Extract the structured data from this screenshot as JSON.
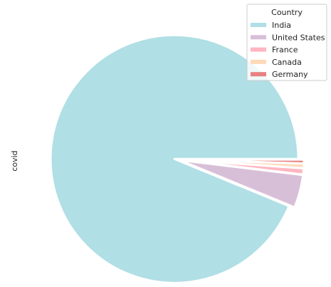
{
  "chart_data": {
    "type": "pie",
    "ylabel": "covid",
    "legend_title": "Country",
    "legend_position": "top-right",
    "startangle_deg": 0,
    "exploded": true,
    "slices": [
      {
        "label": "India",
        "value": 93.8,
        "color": "#b0dfe5"
      },
      {
        "label": "United States",
        "value": 4.3,
        "color": "#d8bfd8"
      },
      {
        "label": "France",
        "value": 0.8,
        "color": "#ffb6c1"
      },
      {
        "label": "Canada",
        "value": 0.6,
        "color": "#ffdab9"
      },
      {
        "label": "Germany",
        "value": 0.5,
        "color": "#e88080"
      }
    ]
  }
}
